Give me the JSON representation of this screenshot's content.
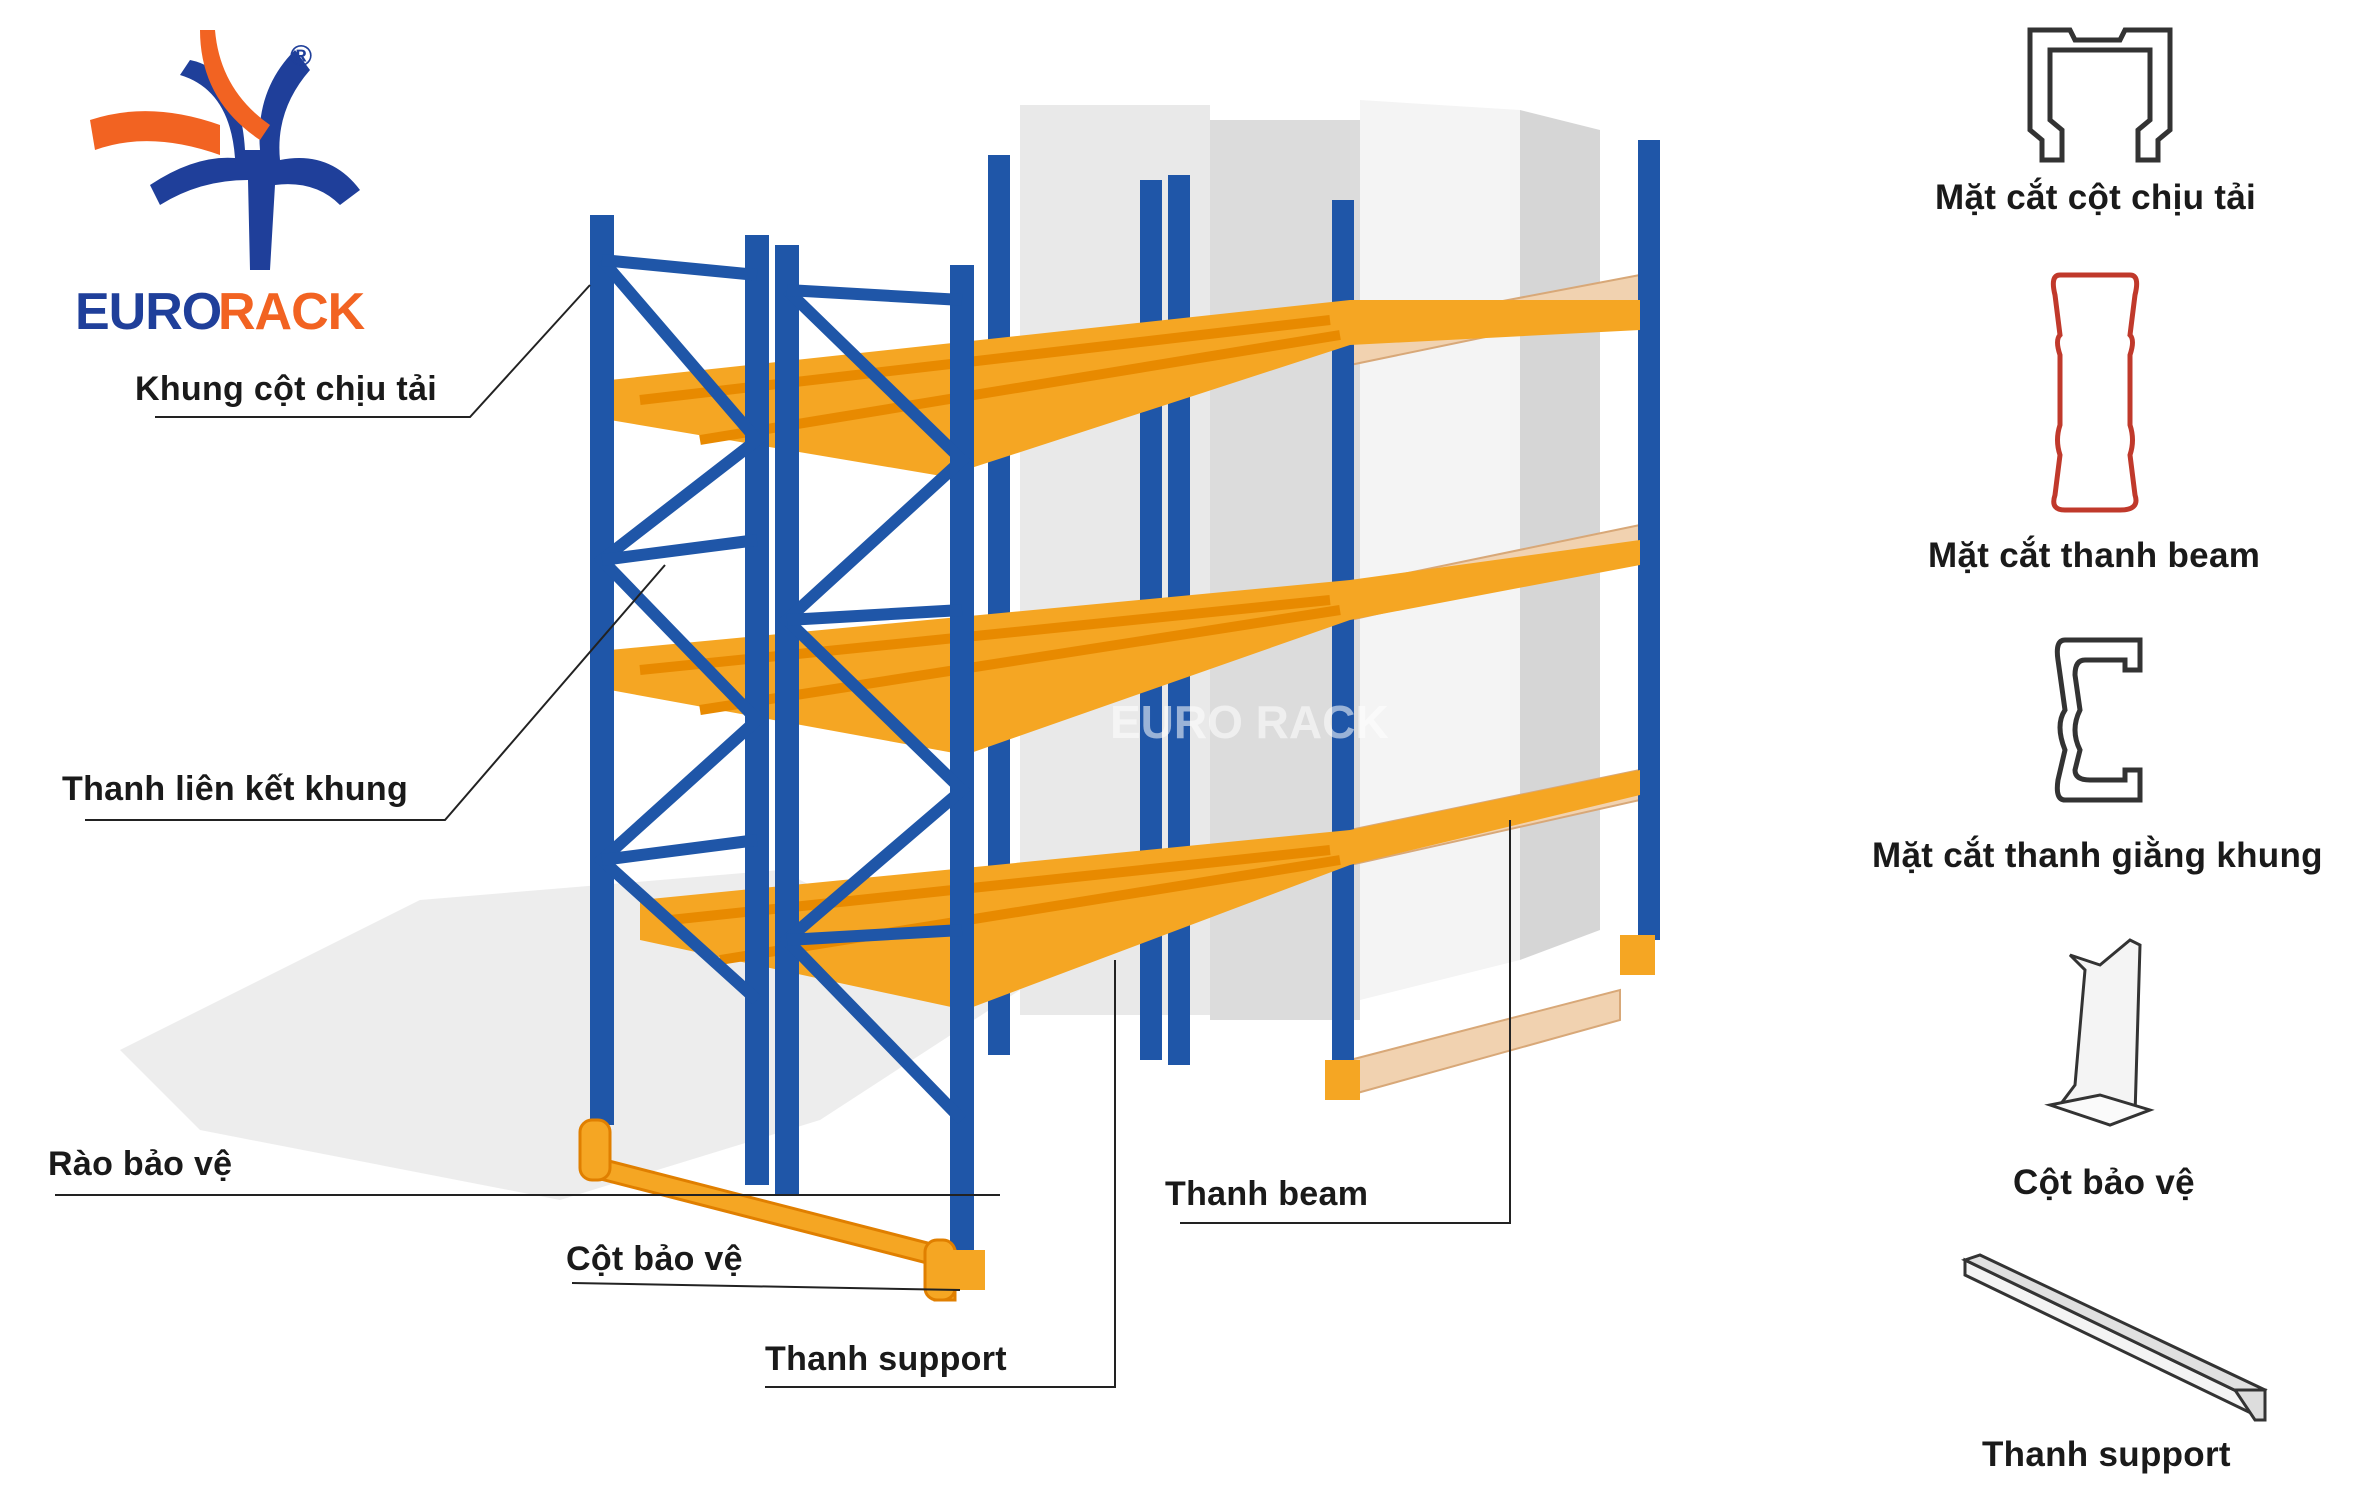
{
  "logo": {
    "word1": "EURO",
    "word2": "RACK",
    "registered": "®"
  },
  "watermark": "EURO RACK",
  "callouts": {
    "khung_cot": "Khung cột chịu tải",
    "thanh_lien_ket": "Thanh liên kết khung",
    "rao_bao_ve": "Rào bảo vệ",
    "cot_bao_ve": "Cột bảo vệ",
    "thanh_support": "Thanh support",
    "thanh_beam": "Thanh beam"
  },
  "components": {
    "cot_chiu_tai": "Mặt cắt cột chịu tải",
    "thanh_beam": "Mặt cắt thanh beam",
    "thanh_giang": "Mặt cắt thanh giằng khung",
    "cot_bao_ve": "Cột bảo vệ",
    "thanh_support": "Thanh support"
  },
  "colors": {
    "frame_blue": "#1f56a8",
    "beam_orange": "#f5a623",
    "pallet_wood": "#f1d2b0",
    "box_grey": "#e8e8e8",
    "logo_blue": "#1f3f9a",
    "logo_orange": "#f26322"
  }
}
